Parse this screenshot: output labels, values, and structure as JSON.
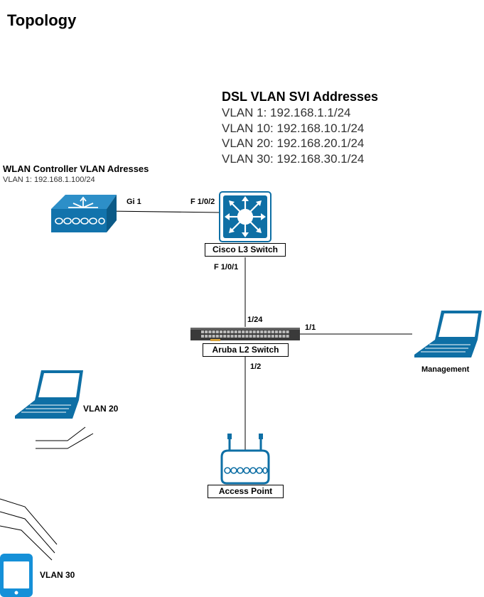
{
  "title": "Topology",
  "dsl": {
    "heading": "DSL VLAN SVI Addresses",
    "lines": [
      "VLAN 1: 192.168.1.1/24",
      "VLAN 10: 192.168.10.1/24",
      "VLAN 20: 192.168.20.1/24",
      "VLAN 30: 192.168.30.1/24"
    ]
  },
  "wlan": {
    "heading": "WLAN Controller  VLAN Adresses",
    "sub": "VLAN 1: 192.168.1.100/24"
  },
  "ports": {
    "wlc_gi1": "Gi 1",
    "l3_f102": "F 1/0/2",
    "l3_f101": "F 1/0/1",
    "l2_124": "1/24",
    "l2_11": "1/1",
    "l2_12": "1/2"
  },
  "devices": {
    "l3_switch": "Cisco L3 Switch",
    "l2_switch": "Aruba L2 Switch",
    "access_point": "Access Point",
    "management": "Management",
    "vlan20_laptop": "VLAN 20",
    "vlan30_phone": "VLAN 30"
  },
  "colors": {
    "icon_blue": "#0e6fa5",
    "icon_dark": "#1a5f8a",
    "switch_body": "#3a3a3a"
  }
}
